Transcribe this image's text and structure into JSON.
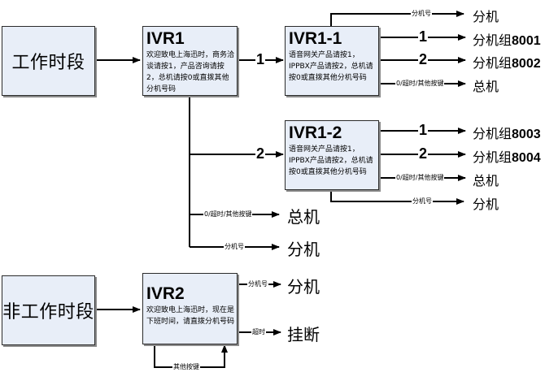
{
  "sources": {
    "work_hours": "工作时段",
    "non_work_hours": "非工作时段"
  },
  "ivr1": {
    "title": "IVR1",
    "prompt": "欢迎致电上海迅时，商务洽谈请按1，产品咨询请按2，总机请按0或直拨其他分机号码",
    "key1": "1",
    "key2": "2",
    "timeout_label": "0/超时/其他按键",
    "timeout_dest": "总机",
    "ext_label": "分机号",
    "ext_dest": "分机"
  },
  "ivr1_1": {
    "title": "IVR1-1",
    "prompt": "语音网关产品请按1，IPPBX产品请按2，总机请按0或直拨其他分机号码",
    "ext_label": "分机号",
    "ext_dest": "分机",
    "key1": "1",
    "key1_dest": "分机组",
    "key1_num": "8001",
    "key2": "2",
    "key2_dest": "分机组",
    "key2_num": "8002",
    "timeout_label": "0/超时/其他按键",
    "timeout_dest": "总机"
  },
  "ivr1_2": {
    "title": "IVR1-2",
    "prompt": "语音网关产品请按1，IPPBX产品请按2，总机请按0或直拨其他分机号码",
    "key1": "1",
    "key1_dest": "分机组",
    "key1_num": "8003",
    "key2": "2",
    "key2_dest": "分机组",
    "key2_num": "8004",
    "timeout_label": "0/超时/其他按键",
    "timeout_dest": "总机",
    "ext_label": "分机号",
    "ext_dest": "分机"
  },
  "ivr2": {
    "title": "IVR2",
    "prompt": "欢迎致电上海迅时，现在是下班时间，请直拨分机号码",
    "ext_label": "分机号",
    "ext_dest": "分机",
    "timeout_label": "超时",
    "timeout_dest": "挂断",
    "loop_label": "其他按键"
  }
}
